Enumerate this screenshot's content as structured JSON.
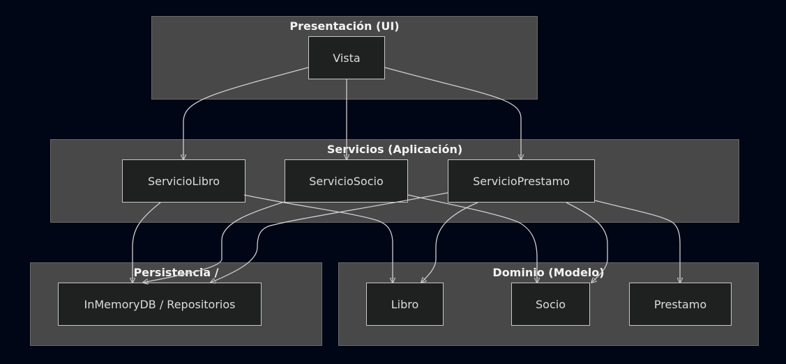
{
  "clusters": {
    "presentacion": "Presentación (UI)",
    "servicios": "Servicios (Aplicación)",
    "persistencia": "Persistencia /",
    "dominio": "Dominio (Modelo)"
  },
  "nodes": {
    "vista": "Vista",
    "servicio_libro": "ServicioLibro",
    "servicio_socio": "ServicioSocio",
    "servicio_prestamo": "ServicioPrestamo",
    "inmemorydb": "InMemoryDB / Repositorios",
    "libro": "Libro",
    "socio": "Socio",
    "prestamo": "Prestamo"
  },
  "edges": [
    {
      "from": "Vista",
      "to": "ServicioLibro"
    },
    {
      "from": "Vista",
      "to": "ServicioSocio"
    },
    {
      "from": "Vista",
      "to": "ServicioPrestamo"
    },
    {
      "from": "ServicioLibro",
      "to": "InMemoryDB / Repositorios"
    },
    {
      "from": "ServicioLibro",
      "to": "Libro"
    },
    {
      "from": "ServicioSocio",
      "to": "InMemoryDB / Repositorios"
    },
    {
      "from": "ServicioSocio",
      "to": "Socio"
    },
    {
      "from": "ServicioPrestamo",
      "to": "InMemoryDB / Repositorios"
    },
    {
      "from": "ServicioPrestamo",
      "to": "Libro"
    },
    {
      "from": "ServicioPrestamo",
      "to": "Socio"
    },
    {
      "from": "ServicioPrestamo",
      "to": "Prestamo"
    }
  ]
}
